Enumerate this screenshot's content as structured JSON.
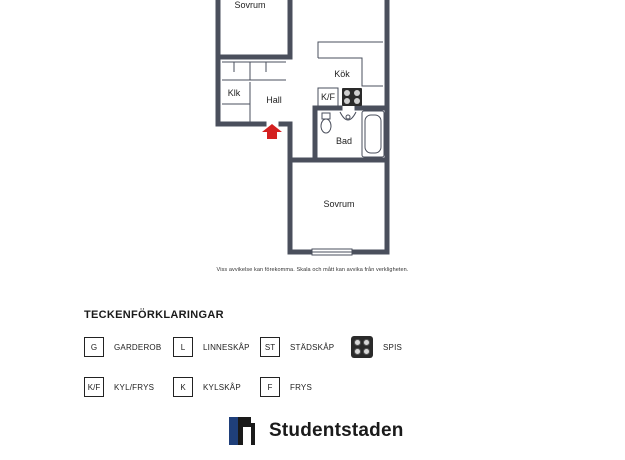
{
  "floorplan": {
    "rooms": {
      "bedroom_top": "Sovrum",
      "kitchen": "Kök",
      "fridge_freezer": "K/F",
      "closet": "Klk",
      "hall": "Hall",
      "bathroom": "Bad",
      "bedroom_bottom": "Sovrum"
    },
    "entrance_arrow_color": "#d42020",
    "wall_color": "#4a4f5c"
  },
  "disclaimer": "Viss avvikelse kan förekomma. Skala och mått kan avvika från verkligheten.",
  "legend": {
    "title": "TECKENFÖRKLARINGAR",
    "items": [
      {
        "code": "G",
        "label": "GARDEROB"
      },
      {
        "code": "L",
        "label": "LINNESKÅP"
      },
      {
        "code": "ST",
        "label": "STÄDSKÅP"
      },
      {
        "code": "",
        "label": "SPIS",
        "icon": "stove-icon"
      },
      {
        "code": "K/F",
        "label": "KYL/FRYS"
      },
      {
        "code": "K",
        "label": "KYLSKÅP"
      },
      {
        "code": "F",
        "label": "FRYS"
      }
    ]
  },
  "brand": {
    "name": "Studentstaden",
    "color": "#1f3f7a"
  }
}
